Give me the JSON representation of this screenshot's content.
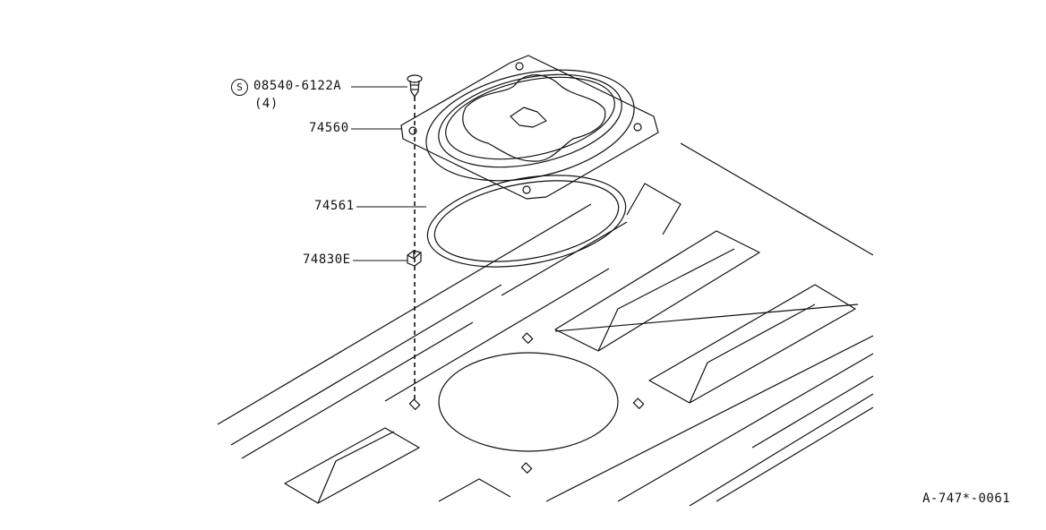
{
  "diagram": {
    "parts": [
      {
        "id": "screw",
        "number": "08540-6122A",
        "quantity": "(4)",
        "standard_symbol": "S"
      },
      {
        "id": "cover",
        "number": "74560"
      },
      {
        "id": "gasket",
        "number": "74561"
      },
      {
        "id": "nut",
        "number": "74830E"
      }
    ],
    "drawing_code": "A-747*-0061"
  }
}
